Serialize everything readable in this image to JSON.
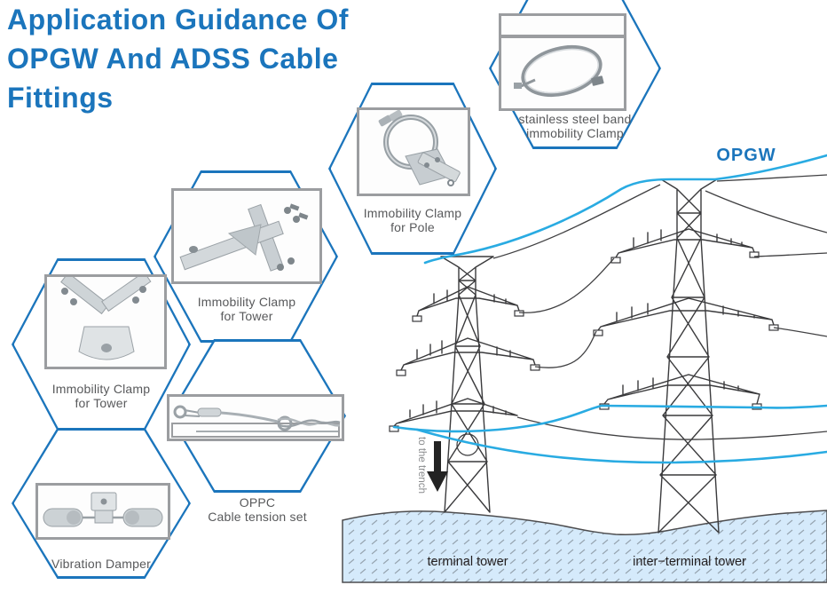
{
  "title": {
    "lines": [
      "Application Guidance Of",
      "OPGW And ADSS Cable",
      "Fittings"
    ]
  },
  "colors": {
    "brand_blue": "#1b75bc",
    "cable_blue": "#29abe2",
    "ground_fill": "#d5eafb",
    "label_gray": "#58595b"
  },
  "hexagons": [
    {
      "name": "stainless-steel-band-immobility-clamp",
      "icon": "steel-band-clamp-photo",
      "label1": "stainless steel band",
      "label2": "immobility Clamp"
    },
    {
      "name": "immobility-clamp-for-pole",
      "icon": "pole-clamp-photo",
      "label1": "Immobility Clamp",
      "label2": "for Pole"
    },
    {
      "name": "immobility-clamp-for-tower-upper",
      "icon": "tower-bracket-clamp-photo",
      "label1": "Immobility Clamp",
      "label2": "for Tower"
    },
    {
      "name": "immobility-clamp-for-tower-lower",
      "icon": "tower-v-clamp-photo",
      "label1": "Immobility Clamp",
      "label2": "for Tower"
    },
    {
      "name": "oppc-cable-tension-set",
      "icon": "tension-set-photo",
      "label1": "OPPC",
      "label2": "Cable tension set"
    },
    {
      "name": "vibration-damper",
      "icon": "vibration-damper-photo",
      "label1": "Vibration Damper",
      "label2": ""
    }
  ],
  "diagram": {
    "opgw_label": "OPGW",
    "trench_label": "to the trench",
    "terminal_tower_label": "terminal tower",
    "inter_terminal_tower_label": "inter−terminal tower"
  }
}
